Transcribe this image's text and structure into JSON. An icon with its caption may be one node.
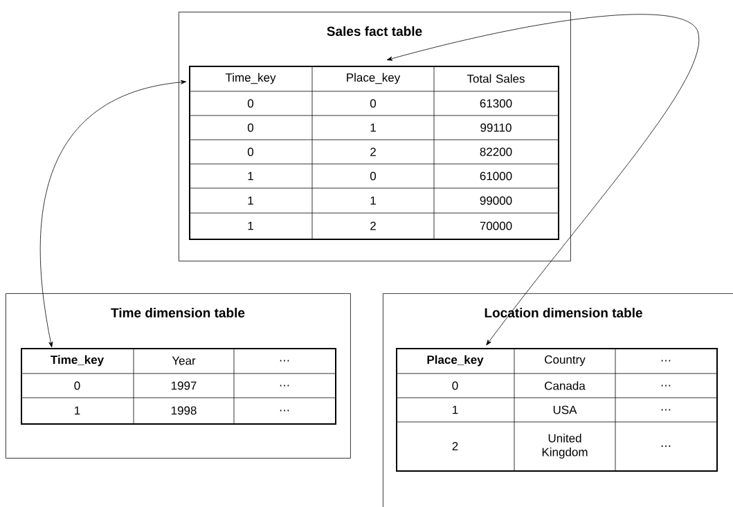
{
  "diagram": {
    "nodes": [
      {
        "text": [
          "Sales fact table"
        ]
      },
      {
        "text": [
          "Time_key",
          "Place_key",
          "Total Sales",
          "0",
          "0",
          "61300",
          "0",
          "1",
          "99110",
          "0",
          "2",
          "82200",
          "1",
          "0",
          "61000",
          "1",
          "1",
          "99000",
          "1",
          "2",
          "70000"
        ],
        "in": 0
      },
      {
        "text": [
          "Time dimension table"
        ]
      },
      {
        "text": [
          "Time_key",
          "Year",
          "…",
          "0",
          "1997",
          "…",
          "1",
          "1998",
          "…"
        ],
        "in": 2
      },
      {
        "text": [
          "Location dimension table"
        ]
      },
      {
        "text": [
          "Place_key",
          "Country",
          "…",
          "0",
          "Canada",
          "…",
          "1",
          "USA",
          "…",
          "2",
          "United Kingdom",
          "…"
        ],
        "in": 4
      }
    ],
    "edges": [
      {
        "from": 3,
        "to": 1,
        "arrow": "both"
      },
      {
        "from": 5,
        "to": 1,
        "arrow": "both"
      }
    ]
  }
}
